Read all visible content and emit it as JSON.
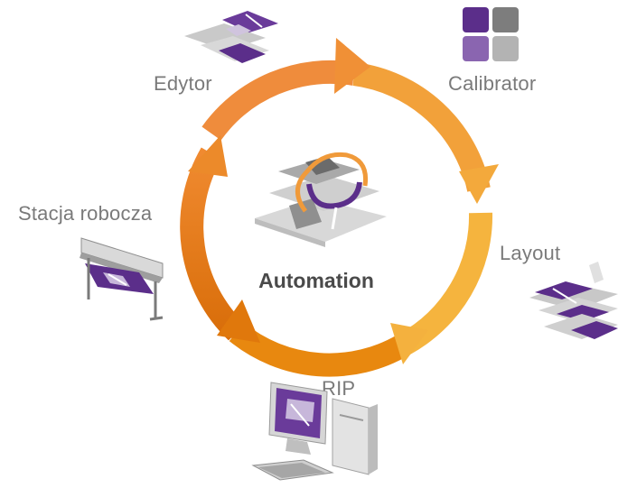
{
  "center": {
    "label": "Automation"
  },
  "nodes": [
    {
      "id": "edytor",
      "label": "Edytor",
      "icon": "layered-sheets-icon"
    },
    {
      "id": "calibrator",
      "label": "Calibrator",
      "icon": "color-swatch-grid-icon"
    },
    {
      "id": "layout",
      "label": "Layout",
      "icon": "nested-sheets-icon"
    },
    {
      "id": "rip",
      "label": "RIP",
      "icon": "desktop-computer-icon"
    },
    {
      "id": "stacja",
      "label": "Stacja robocza",
      "icon": "wide-format-printer-icon"
    }
  ],
  "colors": {
    "arc_start": "#f08a2a",
    "arc_mid": "#f5b33a",
    "arc_end": "#e57a10",
    "purple": "#5b2e8a",
    "purple_light": "#8a65b0",
    "gray": "#8c8c8c",
    "gray_light": "#b3b3b3"
  }
}
